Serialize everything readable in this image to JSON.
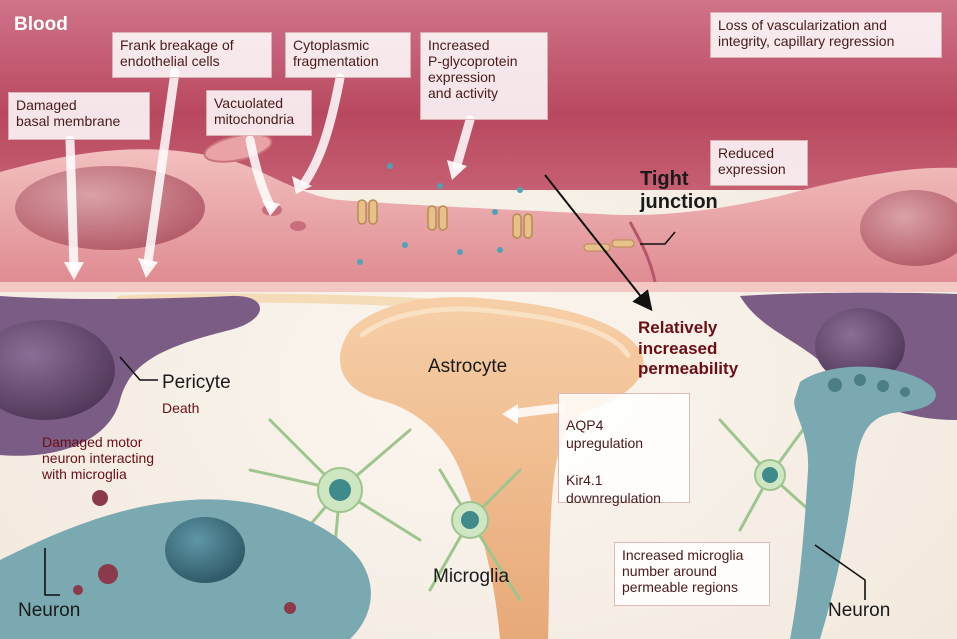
{
  "labels": {
    "blood": "Blood",
    "frank_breakage": "Frank breakage of\nendothelial cells",
    "cytoplasmic_fragmentation": "Cytoplasmic\nfragmentation",
    "pgp": "Increased\nP-glycoprotein\nexpression\nand activity",
    "loss_vascularization": "Loss of vascularization and\nintegrity, capillary regression",
    "damaged_basal_membrane": "Damaged\nbasal membrane",
    "vacuolated_mitochondria": "Vacuolated\nmitochondria",
    "reduced_expression": "Reduced\nexpression",
    "tight_junction": "Tight\njunction",
    "relatively_increased_permeability": "Relatively\nincreased\npermeability",
    "pericyte": "Pericyte",
    "pericyte_death": "Death",
    "astrocyte": "Astrocyte",
    "aqp4": "AQP4\nupregulation",
    "kir41": "Kir4.1\ndownregulation",
    "damaged_motor_neuron": "Damaged motor\nneuron interacting\nwith microglia",
    "microglia": "Microglia",
    "increased_microglia": "Increased microglia\nnumber around\npermeable regions",
    "neuron_left": "Neuron",
    "neuron_right": "Neuron"
  },
  "colors": {
    "blood": "#b8485f",
    "endothelium": "#e9a2a6",
    "astrocyte": "#eeb78e",
    "pericyte": "#7b5c84",
    "microglia": "#cfe6c3",
    "neuron": "#7aa9b1",
    "label_dark_red": "#6b0e16"
  }
}
